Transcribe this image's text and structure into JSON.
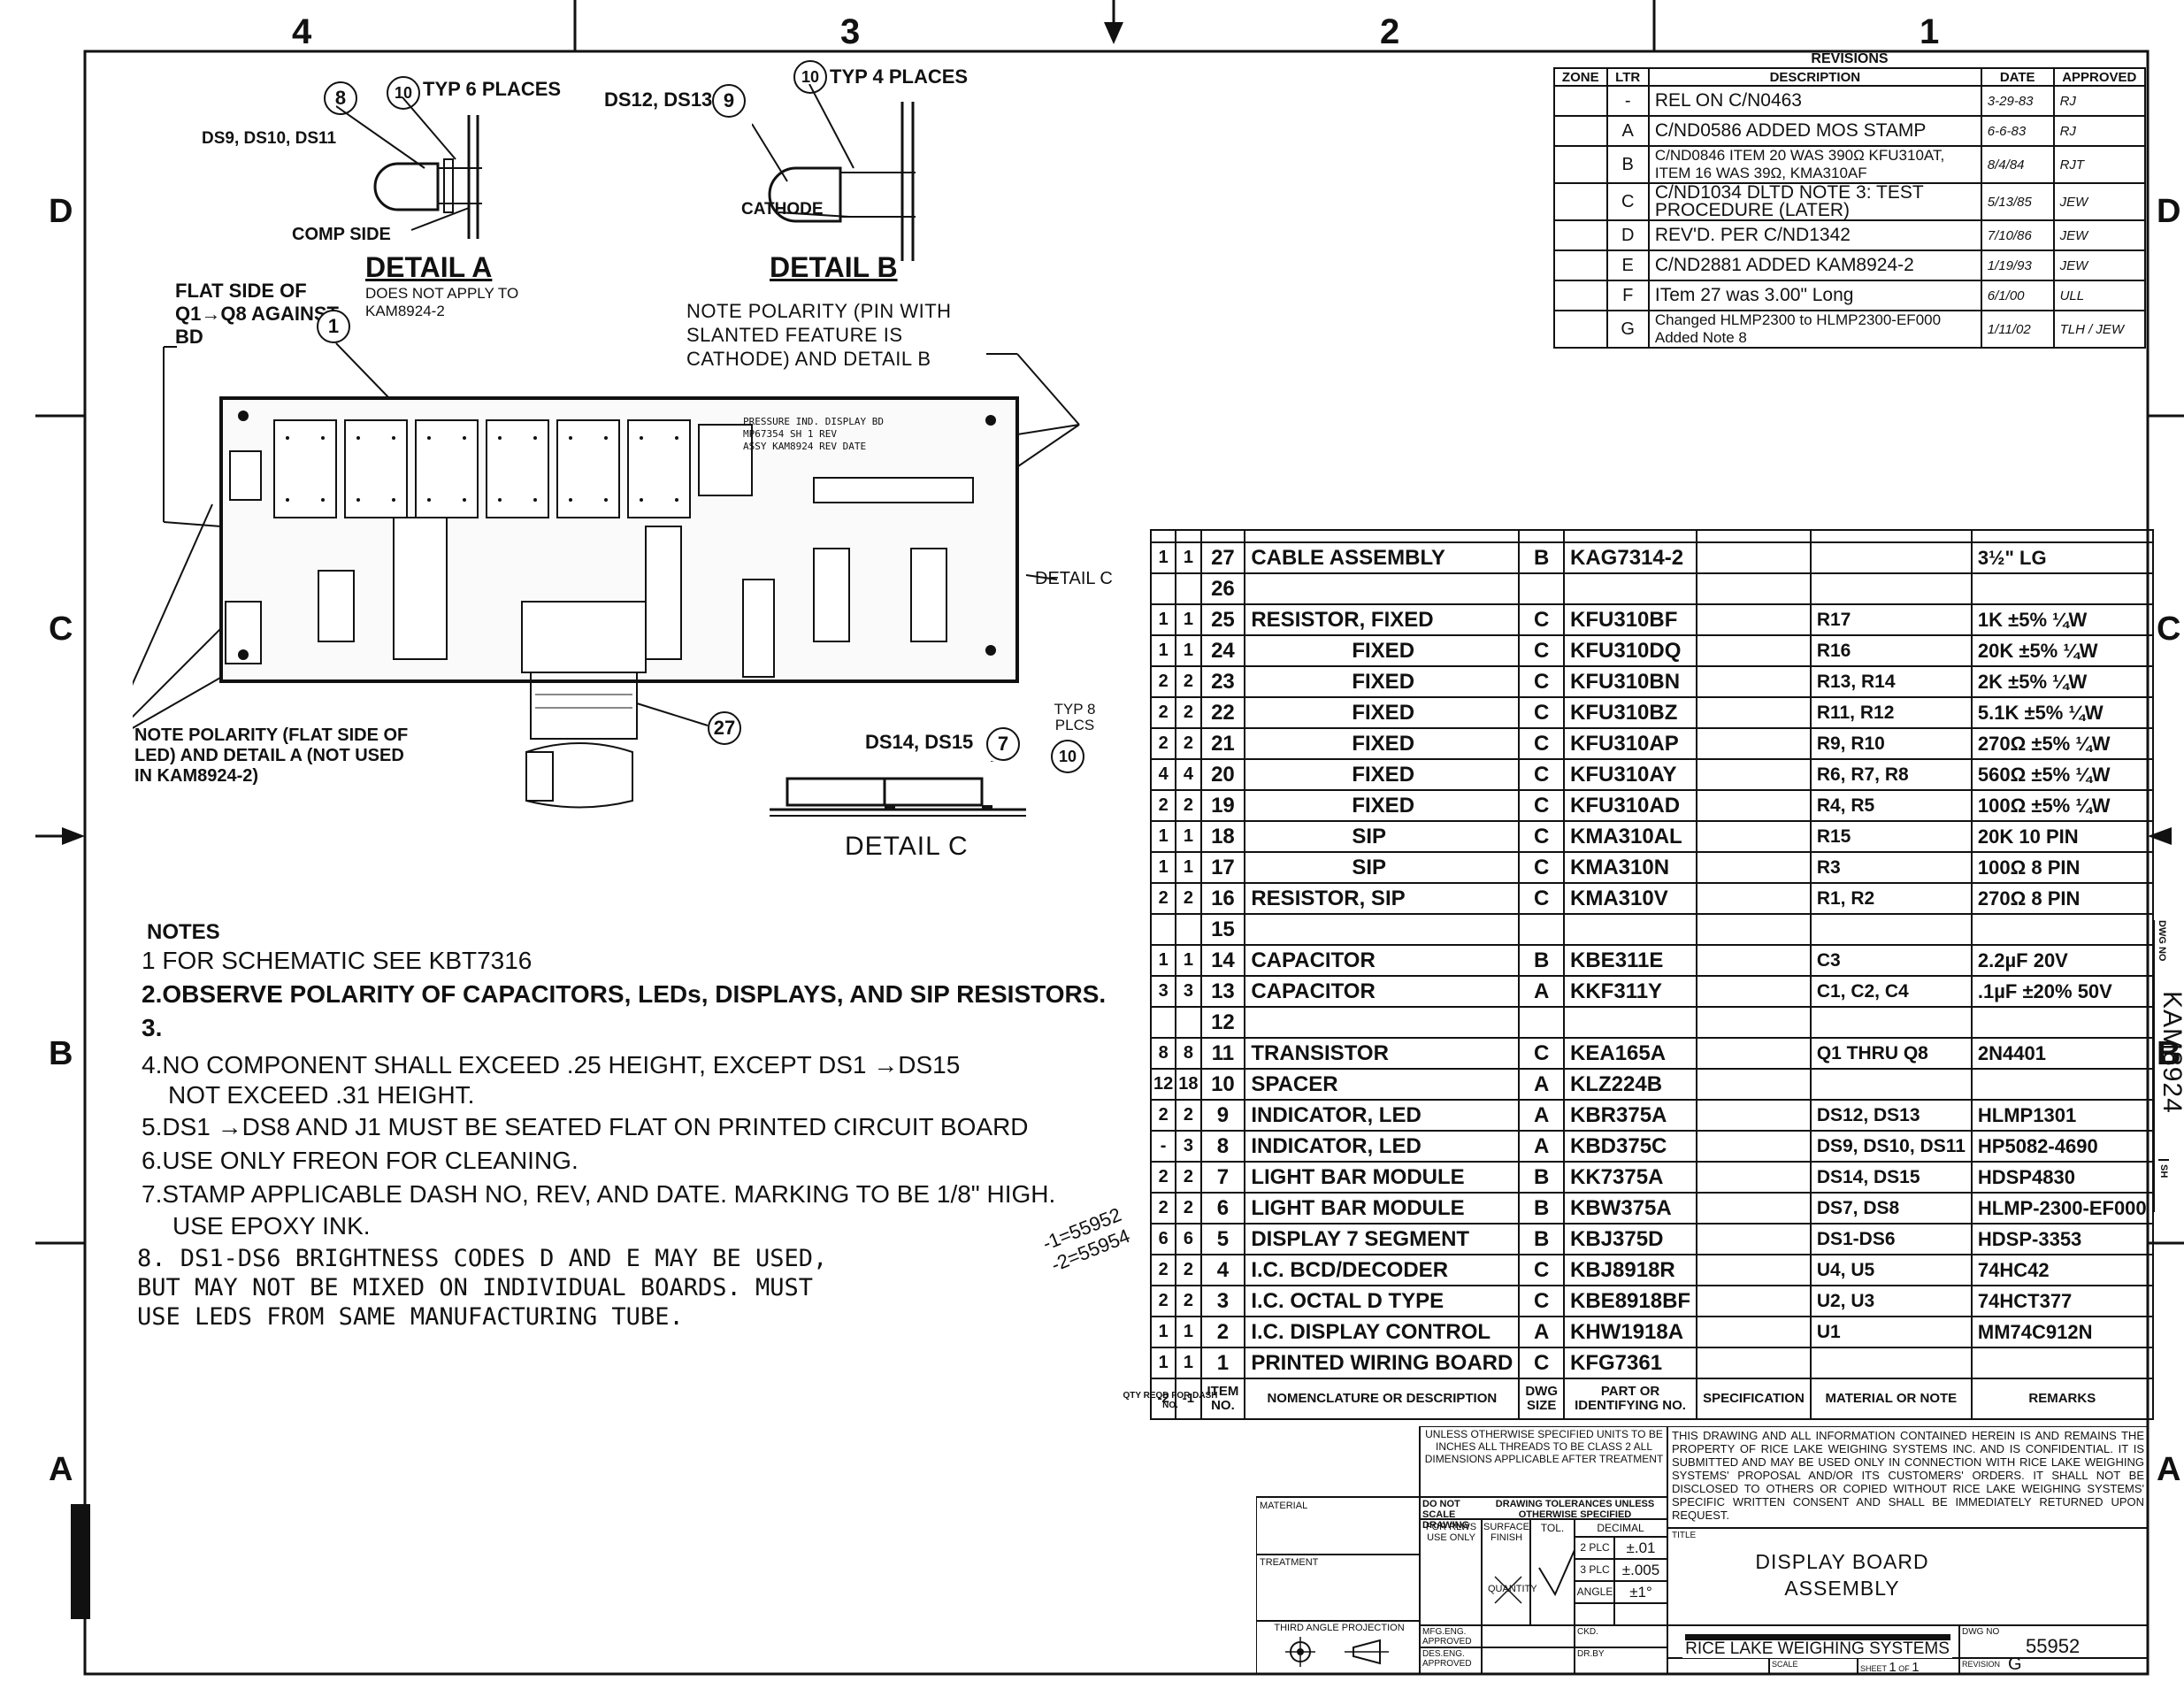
{
  "zones": {
    "top": [
      "4",
      "3",
      "2",
      "1"
    ],
    "left": [
      "D",
      "C",
      "B",
      "A"
    ],
    "right": [
      "D",
      "C",
      "B",
      "A"
    ]
  },
  "revisions": {
    "title": "REVISIONS",
    "headers": [
      "ZONE",
      "LTR",
      "DESCRIPTION",
      "DATE",
      "APPROVED"
    ],
    "rows": [
      {
        "ltr": "-",
        "desc": "REL ON C/N0463",
        "date": "3-29-83",
        "appr": "RJ"
      },
      {
        "ltr": "A",
        "desc": "C/ND0586 ADDED MOS STAMP",
        "date": "6-6-83",
        "appr": "RJ"
      },
      {
        "ltr": "B",
        "desc": "C/ND0846 ITEM 20 WAS 390Ω KFU310AT, ITEM 16 WAS 39Ω, KMA310AF",
        "date": "8/4/84",
        "appr": "RJT"
      },
      {
        "ltr": "C",
        "desc": "C/ND1034 DLTD NOTE 3: TEST PROCEDURE (LATER)",
        "date": "5/13/85",
        "appr": "JEW"
      },
      {
        "ltr": "D",
        "desc": "REV'D. PER C/ND1342",
        "date": "7/10/86",
        "appr": "JEW"
      },
      {
        "ltr": "E",
        "desc": "C/ND2881 ADDED KAM8924-2",
        "date": "1/19/93",
        "appr": "JEW"
      },
      {
        "ltr": "F",
        "desc": "ITem 27 was 3.00\" Long",
        "date": "6/1/00",
        "appr": "ULL"
      },
      {
        "ltr": "G",
        "desc": "Changed HLMP2300 to HLMP2300-EF000 Added Note 8",
        "date": "1/11/02",
        "appr": "TLH / JEW"
      }
    ]
  },
  "details": {
    "a": {
      "title": "DETAIL A",
      "sub": "DOES NOT APPLY TO KAM8924-2",
      "labels": [
        "DS9, DS10, DS11",
        "TYP 6 PLACES",
        "COMP SIDE"
      ],
      "callouts": [
        "8",
        "10"
      ]
    },
    "b": {
      "title": "DETAIL B",
      "labels": [
        "DS12, DS13",
        "TYP 4 PLACES",
        "CATHODE"
      ],
      "callouts": [
        "9",
        "10"
      ]
    },
    "c": {
      "title": "DETAIL C",
      "labels": [
        "DS14, DS15",
        "TYP 8 PLCS"
      ],
      "callouts": [
        "7",
        "10"
      ]
    }
  },
  "board": {
    "flat_side_note": "FLAT SIDE OF Q1→Q8 AGAINST BD",
    "polarity_note_top": "NOTE POLARITY (PIN WITH SLANTED FEATURE IS CATHODE) AND DETAIL B",
    "polarity_note_left": "NOTE POLARITY (FLAT SIDE OF LED) AND DETAIL A (NOT USED IN KAM8924-2)",
    "detail_c_ref": "DETAIL C",
    "callout_board": "1",
    "callout_cable": "27",
    "silkscreen": [
      "PRESSURE IND. DISPLAY BD",
      "MP67354 SH 1 REV",
      "ASSY KAM8924 REV DATE"
    ]
  },
  "notes": {
    "title": "NOTES",
    "lines": [
      "1 FOR SCHEMATIC SEE KBT7316",
      "2.OBSERVE POLARITY OF CAPACITORS, LEDs, DISPLAYS, AND SIP RESISTORS.",
      "3.",
      "4.NO COMPONENT SHALL EXCEED .25 HEIGHT, EXCEPT DS1 →DS15",
      "NOT EXCEED .31 HEIGHT.",
      "5.DS1 →DS8 AND J1 MUST BE SEATED FLAT ON PRINTED CIRCUIT BOARD",
      "6.USE ONLY FREON FOR CLEANING.",
      "7.STAMP APPLICABLE DASH NO, REV, AND DATE. MARKING TO BE 1/8\" HIGH.",
      "USE EPOXY INK.",
      "8. DS1-DS6 BRIGHTNESS CODES D AND E MAY BE USED,",
      "BUT MAY NOT BE MIXED ON INDIVIDUAL BOARDS. MUST",
      "USE LEDS FROM SAME MANUFACTURING TUBE."
    ],
    "dash_numbers": [
      "-1=55952",
      "-2=55954"
    ]
  },
  "bom": {
    "headers": [
      "-2",
      "-1",
      "ITEM NO.",
      "NOMENCLATURE OR DESCRIPTION",
      "DWG SIZE",
      "PART OR IDENTIFYING NO.",
      "SPECIFICATION",
      "MATERIAL OR NOTE",
      "REMARKS"
    ],
    "qty_caption": "QTY REQD FOR DASH NO.",
    "rows": [
      {
        "q2": "1",
        "q1": "1",
        "item": "27",
        "name": "CABLE ASSEMBLY",
        "size": "B",
        "part": "KAG7314-2",
        "spec": "",
        "mat": "",
        "rem": "3½\" LG"
      },
      {
        "q2": "",
        "q1": "",
        "item": "26",
        "name": "",
        "size": "",
        "part": "",
        "spec": "",
        "mat": "",
        "rem": ""
      },
      {
        "q2": "1",
        "q1": "1",
        "item": "25",
        "name": "RESISTOR, FIXED",
        "size": "C",
        "part": "KFU310BF",
        "spec": "",
        "mat": "R17",
        "rem": "1K ±5% ¼W"
      },
      {
        "q2": "1",
        "q1": "1",
        "item": "24",
        "name": "FIXED",
        "size": "C",
        "part": "KFU310DQ",
        "spec": "",
        "mat": "R16",
        "rem": "20K ±5% ¼W"
      },
      {
        "q2": "2",
        "q1": "2",
        "item": "23",
        "name": "FIXED",
        "size": "C",
        "part": "KFU310BN",
        "spec": "",
        "mat": "R13, R14",
        "rem": "2K ±5% ¼W"
      },
      {
        "q2": "2",
        "q1": "2",
        "item": "22",
        "name": "FIXED",
        "size": "C",
        "part": "KFU310BZ",
        "spec": "",
        "mat": "R11, R12",
        "rem": "5.1K ±5% ¼W"
      },
      {
        "q2": "2",
        "q1": "2",
        "item": "21",
        "name": "FIXED",
        "size": "C",
        "part": "KFU310AP",
        "spec": "",
        "mat": "R9, R10",
        "rem": "270Ω ±5% ¼W"
      },
      {
        "q2": "4",
        "q1": "4",
        "item": "20",
        "name": "FIXED",
        "size": "C",
        "part": "KFU310AY",
        "spec": "",
        "mat": "R6, R7, R8",
        "rem": "560Ω ±5% ¼W"
      },
      {
        "q2": "2",
        "q1": "2",
        "item": "19",
        "name": "FIXED",
        "size": "C",
        "part": "KFU310AD",
        "spec": "",
        "mat": "R4, R5",
        "rem": "100Ω ±5% ¼W"
      },
      {
        "q2": "1",
        "q1": "1",
        "item": "18",
        "name": "SIP",
        "size": "C",
        "part": "KMA310AL",
        "spec": "",
        "mat": "R15",
        "rem": "20K 10 PIN"
      },
      {
        "q2": "1",
        "q1": "1",
        "item": "17",
        "name": "SIP",
        "size": "C",
        "part": "KMA310N",
        "spec": "",
        "mat": "R3",
        "rem": "100Ω 8 PIN"
      },
      {
        "q2": "2",
        "q1": "2",
        "item": "16",
        "name": "RESISTOR, SIP",
        "size": "C",
        "part": "KMA310V",
        "spec": "",
        "mat": "R1, R2",
        "rem": "270Ω 8 PIN"
      },
      {
        "q2": "",
        "q1": "",
        "item": "15",
        "name": "",
        "size": "",
        "part": "",
        "spec": "",
        "mat": "",
        "rem": ""
      },
      {
        "q2": "1",
        "q1": "1",
        "item": "14",
        "name": "CAPACITOR",
        "size": "B",
        "part": "KBE311E",
        "spec": "",
        "mat": "C3",
        "rem": "2.2µF 20V"
      },
      {
        "q2": "3",
        "q1": "3",
        "item": "13",
        "name": "CAPACITOR",
        "size": "A",
        "part": "KKF311Y",
        "spec": "",
        "mat": "C1, C2, C4",
        "rem": ".1µF ±20% 50V"
      },
      {
        "q2": "",
        "q1": "",
        "item": "12",
        "name": "",
        "size": "",
        "part": "",
        "spec": "",
        "mat": "",
        "rem": ""
      },
      {
        "q2": "8",
        "q1": "8",
        "item": "11",
        "name": "TRANSISTOR",
        "size": "C",
        "part": "KEA165A",
        "spec": "",
        "mat": "Q1 THRU Q8",
        "rem": "2N4401"
      },
      {
        "q2": "12",
        "q1": "18",
        "item": "10",
        "name": "SPACER",
        "size": "A",
        "part": "KLZ224B",
        "spec": "",
        "mat": "",
        "rem": ""
      },
      {
        "q2": "2",
        "q1": "2",
        "item": "9",
        "name": "INDICATOR, LED",
        "size": "A",
        "part": "KBR375A",
        "spec": "",
        "mat": "DS12, DS13",
        "rem": "HLMP1301"
      },
      {
        "q2": "-",
        "q1": "3",
        "item": "8",
        "name": "INDICATOR, LED",
        "size": "A",
        "part": "KBD375C",
        "spec": "",
        "mat": "DS9, DS10, DS11",
        "rem": "HP5082-4690"
      },
      {
        "q2": "2",
        "q1": "2",
        "item": "7",
        "name": "LIGHT BAR MODULE",
        "size": "B",
        "part": "KK7375A",
        "spec": "",
        "mat": "DS14, DS15",
        "rem": "HDSP4830"
      },
      {
        "q2": "2",
        "q1": "2",
        "item": "6",
        "name": "LIGHT BAR MODULE",
        "size": "B",
        "part": "KBW375A",
        "spec": "",
        "mat": "DS7, DS8",
        "rem": "HLMP-2300-EF000"
      },
      {
        "q2": "6",
        "q1": "6",
        "item": "5",
        "name": "DISPLAY 7 SEGMENT",
        "size": "B",
        "part": "KBJ375D",
        "spec": "",
        "mat": "DS1-DS6",
        "rem": "HDSP-3353"
      },
      {
        "q2": "2",
        "q1": "2",
        "item": "4",
        "name": "I.C. BCD/DECODER",
        "size": "C",
        "part": "KBJ8918R",
        "spec": "",
        "mat": "U4, U5",
        "rem": "74HC42"
      },
      {
        "q2": "2",
        "q1": "2",
        "item": "3",
        "name": "I.C. OCTAL D TYPE",
        "size": "C",
        "part": "KBE8918BF",
        "spec": "",
        "mat": "U2, U3",
        "rem": "74HCT377"
      },
      {
        "q2": "1",
        "q1": "1",
        "item": "2",
        "name": "I.C. DISPLAY CONTROL",
        "size": "A",
        "part": "KHW1918A",
        "spec": "",
        "mat": "U1",
        "rem": "MM74C912N"
      },
      {
        "q2": "1",
        "q1": "1",
        "item": "1",
        "name": "PRINTED WIRING BOARD",
        "size": "C",
        "part": "KFG7361",
        "spec": "",
        "mat": "",
        "rem": ""
      }
    ]
  },
  "title_block": {
    "unless": "UNLESS OTHERWISE SPECIFIED UNITS TO BE INCHES ALL THREADS TO BE CLASS 2 ALL DIMENSIONS APPLICABLE AFTER TREATMENT",
    "do_not_scale": "DO NOT SCALE DRAWING",
    "tolerances": "DRAWING TOLERANCES UNLESS OTHERWISE SPECIFIED",
    "for_rlws": "FOR RLWS USE ONLY",
    "surface": "SURFACE FINISH",
    "tol": "TOL.",
    "decimal": "DECIMAL",
    "plc2": "2 PLC",
    "plc2v": "±.01",
    "plc3": "3 PLC",
    "plc3v": "±.005",
    "angle": "ANGLE",
    "anglev": "±1°",
    "quantity": "QUANTITY",
    "material": "MATERIAL",
    "treatment": "TREATMENT",
    "projection": "THIRD ANGLE PROJECTION",
    "mfg": "MFG.ENG. APPROVED",
    "des": "DES.ENG. APPROVED",
    "ckd": "CKD.",
    "drby": "DR.BY",
    "confidential": "THIS DRAWING AND ALL INFORMATION CONTAINED HEREIN IS AND REMAINS THE PROPERTY OF RICE LAKE WEIGHING SYSTEMS INC. AND IS CONFIDENTIAL. IT IS SUBMITTED AND MAY BE USED ONLY IN CONNECTION WITH RICE LAKE WEIGHING SYSTEMS' PROPOSAL AND/OR ITS CUSTOMERS' ORDERS. IT SHALL NOT BE DISCLOSED TO OTHERS OR COPIED WITHOUT RICE LAKE WEIGHING SYSTEMS' SPECIFIC WRITTEN CONSENT AND SHALL BE IMMEDIATELY RETURNED UPON REQUEST.",
    "title_label": "TITLE",
    "title_line1": "DISPLAY BOARD",
    "title_line2": "ASSEMBLY",
    "company": "RICE LAKE WEIGHING SYSTEMS",
    "dwg_no_label": "DWG NO",
    "dwg_no": "55952",
    "scale_label": "SCALE",
    "sheet_label": "SHEET",
    "sheet_of": "OF",
    "sheet_no": "1",
    "sheet_total": "1",
    "revision_label": "REVISION",
    "revision": "G"
  },
  "side": {
    "dwg_no_label": "DWG NO",
    "dwg_no": "KAM8924",
    "sh_label": "SH"
  }
}
